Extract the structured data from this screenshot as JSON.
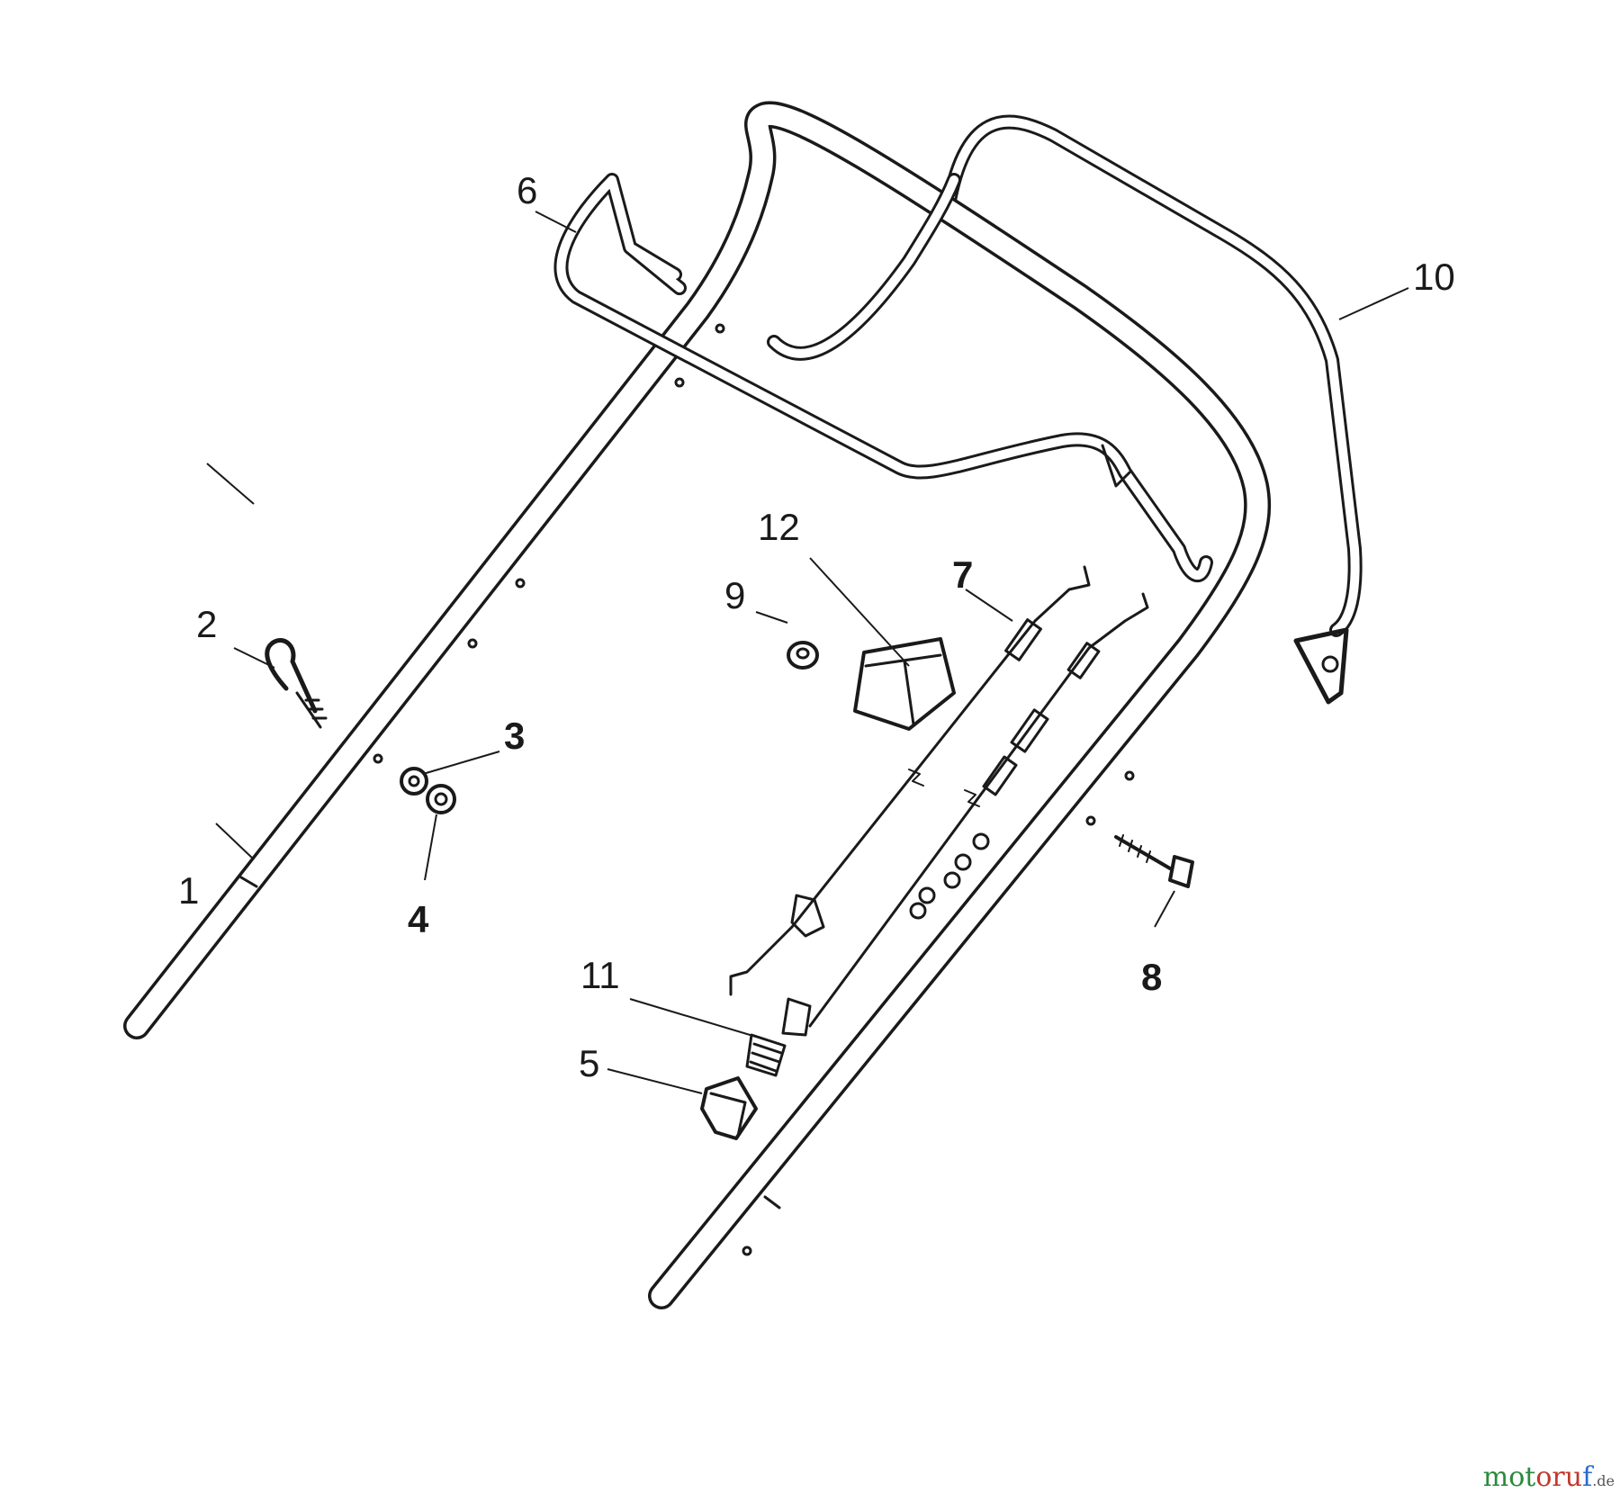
{
  "callouts": [
    {
      "id": "1",
      "text": "1"
    },
    {
      "id": "2",
      "text": "2"
    },
    {
      "id": "3",
      "text": "3"
    },
    {
      "id": "4",
      "text": "4"
    },
    {
      "id": "5",
      "text": "5"
    },
    {
      "id": "6",
      "text": "6"
    },
    {
      "id": "7",
      "text": "7"
    },
    {
      "id": "8",
      "text": "8"
    },
    {
      "id": "9",
      "text": "9"
    },
    {
      "id": "10",
      "text": "10"
    },
    {
      "id": "11",
      "text": "11"
    },
    {
      "id": "12",
      "text": "12"
    }
  ],
  "watermark": {
    "part1": "mot",
    "part2": "oru",
    "part3": "f",
    "suffix": ".de"
  }
}
